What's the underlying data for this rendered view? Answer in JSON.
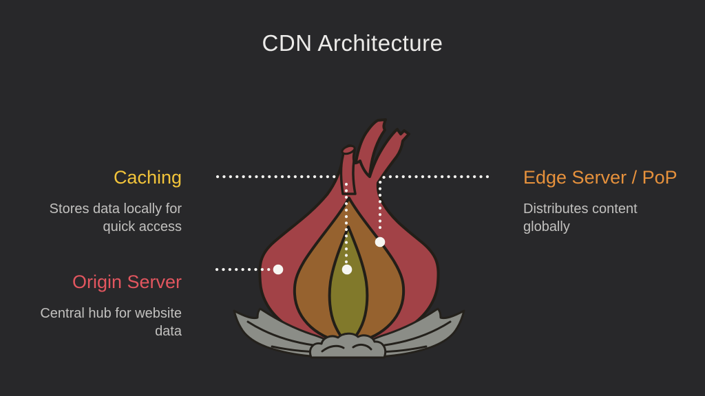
{
  "title": "CDN Architecture",
  "annotations": [
    {
      "id": "caching",
      "label": "Caching",
      "lines": [
        "Stores data locally for",
        "quick access"
      ],
      "color": "#F2C43A",
      "side": "left"
    },
    {
      "id": "origin-server",
      "label": "Origin Server",
      "lines": [
        "Central hub for website",
        "data"
      ],
      "color": "#E2565F",
      "side": "left"
    },
    {
      "id": "edge-server",
      "label": "Edge Server / PoP",
      "lines": [
        "Distributes content",
        "globally"
      ],
      "color": "#E6913C",
      "side": "right"
    }
  ],
  "illustration": {
    "subject": "onion cross-section with stems and leaves",
    "colors": {
      "outer_layer": "#A24247",
      "middle_layer": "#96622F",
      "inner_layer": "#81792B",
      "outline": "#221E18",
      "leaves": "#8B8D87",
      "stems": "#A24247"
    }
  },
  "theme": {
    "background": "#28282A",
    "title_color": "#ECEBE9",
    "description_color": "#C2C1BF",
    "connector_color": "#F2F1EE",
    "endpoint_dot_color": "#F7F6F2"
  }
}
